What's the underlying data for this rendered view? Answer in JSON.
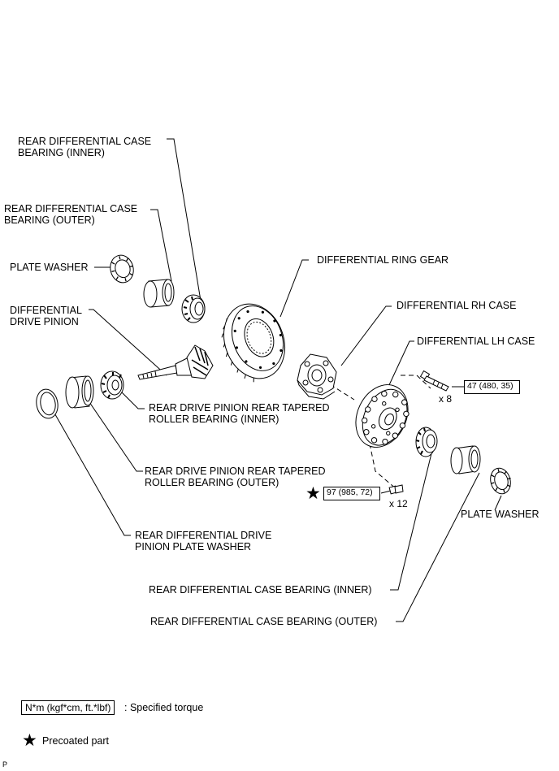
{
  "labels": {
    "case_bearing_inner_top": [
      "REAR DIFFERENTIAL CASE",
      "BEARING (INNER)"
    ],
    "case_bearing_outer_top": [
      "REAR DIFFERENTIAL CASE",
      "BEARING (OUTER)"
    ],
    "plate_washer_left": "PLATE WASHER",
    "drive_pinion": [
      "DIFFERENTIAL",
      "DRIVE PINION"
    ],
    "ring_gear": "DIFFERENTIAL RING GEAR",
    "rh_case": "DIFFERENTIAL RH CASE",
    "lh_case": "DIFFERENTIAL LH CASE",
    "pinion_rear_bearing_inner": [
      "REAR DRIVE PINION REAR TAPERED",
      "ROLLER BEARING (INNER)"
    ],
    "pinion_rear_bearing_outer": [
      "REAR DRIVE PINION REAR TAPERED",
      "ROLLER BEARING (OUTER)"
    ],
    "pinion_plate_washer": [
      "REAR DIFFERENTIAL DRIVE",
      "PINION PLATE WASHER"
    ],
    "plate_washer_right": "PLATE WASHER",
    "case_bearing_inner_bottom": "REAR DIFFERENTIAL CASE BEARING (INNER)",
    "case_bearing_outer_bottom": "REAR DIFFERENTIAL CASE BEARING (OUTER)"
  },
  "torques": {
    "upper": {
      "value": "47 (480, 35)",
      "qty": "x 8"
    },
    "lower": {
      "value": "97 (985, 72)",
      "qty": "x 12",
      "mark": "★"
    }
  },
  "legend": {
    "torque_unit": "N*m (kgf*cm, ft.*lbf)",
    "torque_desc": ": Specified torque",
    "star": "★",
    "star_desc": "Precoated part"
  },
  "figure_code": "P"
}
